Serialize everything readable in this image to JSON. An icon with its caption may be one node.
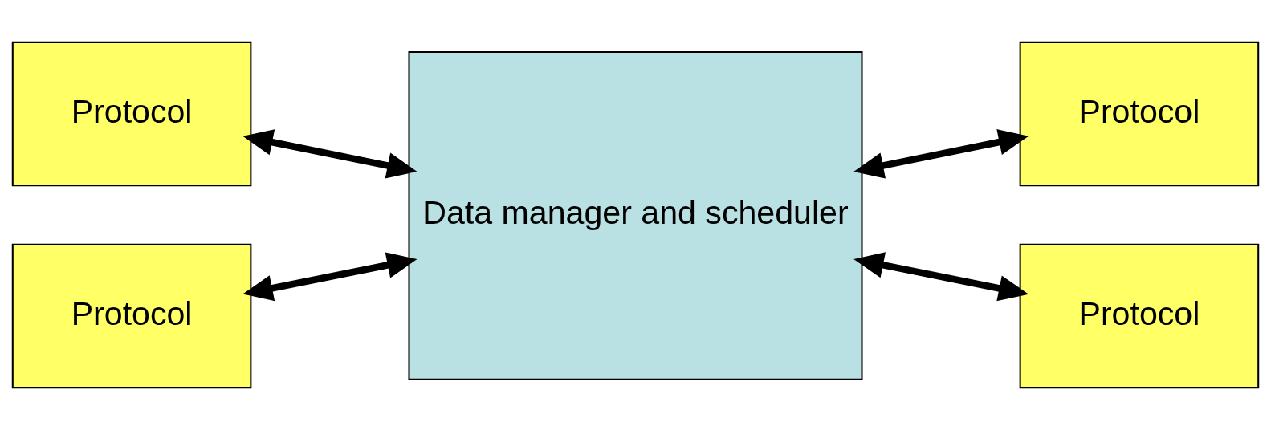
{
  "diagram": {
    "nodes": [
      {
        "text": [
          "Protocol"
        ]
      },
      {
        "text": [
          "Protocol"
        ]
      },
      {
        "text": [
          "Data manager and scheduler"
        ]
      },
      {
        "text": [
          "Protocol"
        ]
      },
      {
        "text": [
          "Protocol"
        ]
      }
    ],
    "edges": [
      {
        "from": 0,
        "to": 2,
        "arrow": "both"
      },
      {
        "from": 1,
        "to": 2,
        "arrow": "both"
      },
      {
        "from": 2,
        "to": 3,
        "arrow": "both"
      },
      {
        "from": 2,
        "to": 4,
        "arrow": "both"
      }
    ]
  }
}
